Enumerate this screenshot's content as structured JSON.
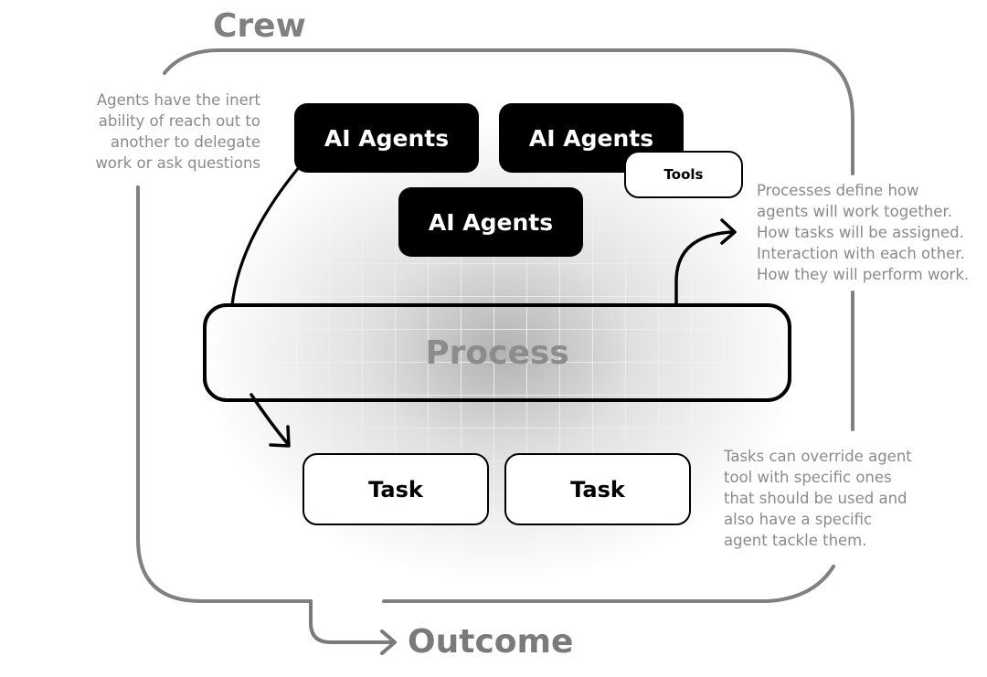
{
  "crew": {
    "title": "Crew"
  },
  "outcome": {
    "label": "Outcome"
  },
  "agents": [
    {
      "label": "AI Agents"
    },
    {
      "label": "AI Agents"
    },
    {
      "label": "AI Agents"
    }
  ],
  "tools": {
    "label": "Tools"
  },
  "process": {
    "label": "Process"
  },
  "tasks": [
    {
      "label": "Task"
    },
    {
      "label": "Task"
    }
  ],
  "notes": {
    "agents": [
      "Agents have the inert",
      "ability of reach out to",
      "another to delegate",
      "work or ask questions"
    ],
    "processes": [
      "Processes define how",
      "agents will work together.",
      "How tasks will be assigned.",
      "Interaction with each other.",
      "How they will perform work."
    ],
    "tasks": [
      "Tasks can override agent",
      "tool with specific ones",
      "that should be used and",
      "also have a specific",
      "agent tackle them."
    ]
  },
  "colors": {
    "crew_border": "#808080",
    "agent_fill": "#000000",
    "agent_text": "#ffffff",
    "note_text": "#8a8a8a",
    "process_text": "#8c8c8c"
  }
}
